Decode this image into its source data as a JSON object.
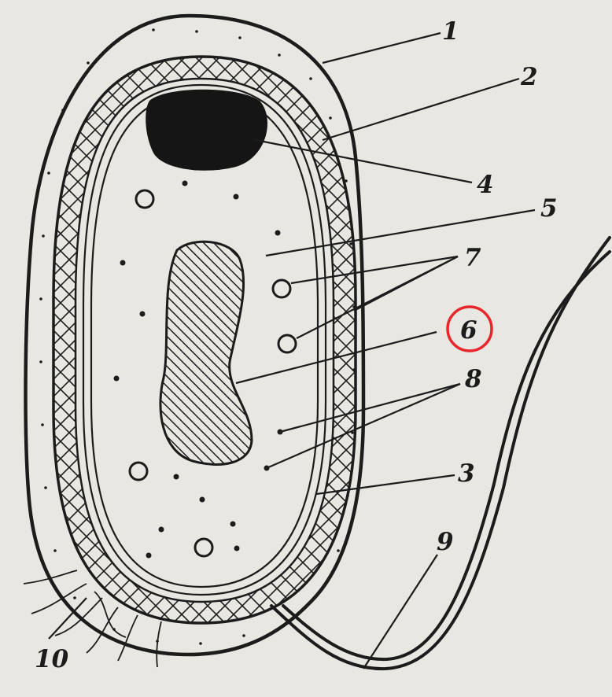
{
  "labels": {
    "l1": "1",
    "l2": "2",
    "l3": "3",
    "l4": "4",
    "l5": "5",
    "l6": "6",
    "l7": "7",
    "l8": "8",
    "l9": "9",
    "l10": "10"
  },
  "highlight": {
    "circled_label": "6",
    "circle_color": "#e8262b"
  },
  "colors": {
    "paper": "#e8e7e2",
    "ink": "#1c1c1c"
  }
}
